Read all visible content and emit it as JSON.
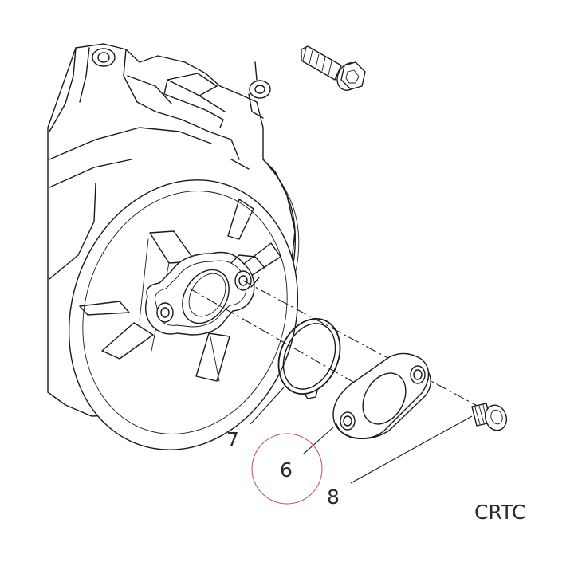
{
  "callouts": {
    "seven": "7",
    "six": "6",
    "eight": "8"
  },
  "drawing_code": "CRTC",
  "highlight_color": "#c44b5a"
}
